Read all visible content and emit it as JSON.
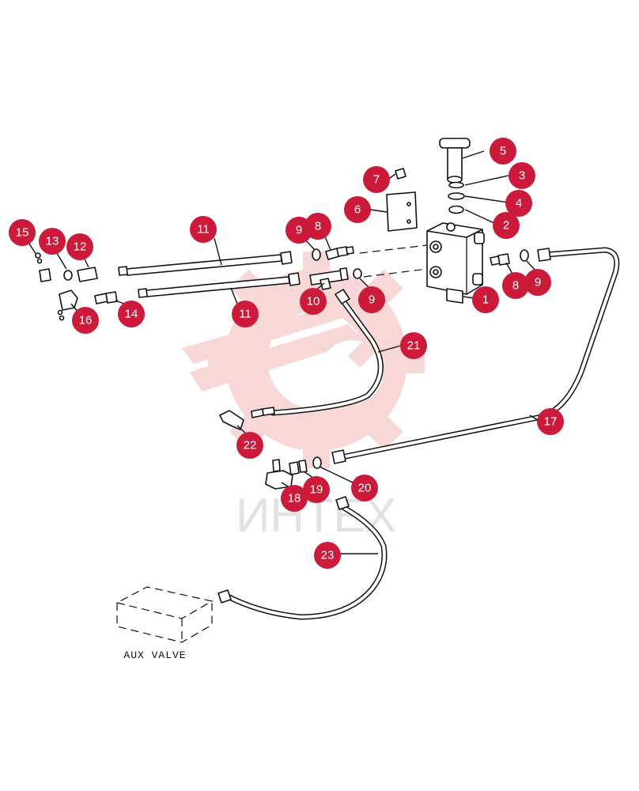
{
  "diagram": {
    "watermark_text": "ИНТЕХ",
    "aux_valve_label": "AUX VALVE",
    "accent_color": "#cc1a3a",
    "watermark_color": "#f3b8b8",
    "callouts": [
      "1",
      "2",
      "3",
      "4",
      "5",
      "6",
      "7",
      "8",
      "8",
      "9",
      "9",
      "9",
      "10",
      "11",
      "11",
      "12",
      "13",
      "14",
      "15",
      "16",
      "17",
      "18",
      "19",
      "20",
      "21",
      "22",
      "23"
    ]
  }
}
